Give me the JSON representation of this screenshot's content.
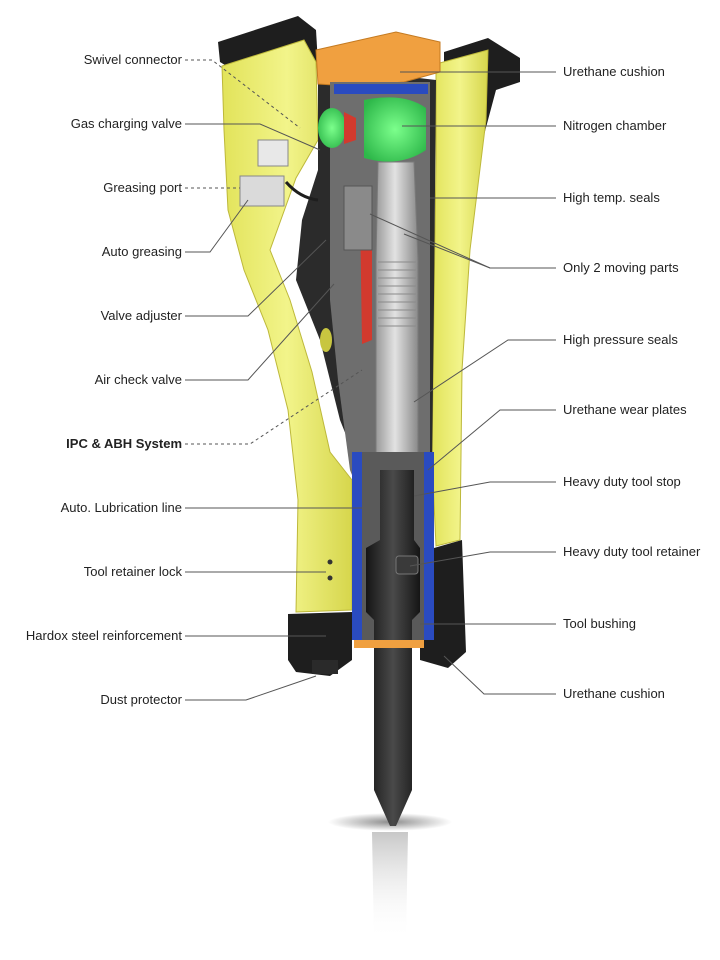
{
  "colors": {
    "housing_yellow": "#EEF07A",
    "housing_shadow": "#C8C640",
    "bracket_black": "#1E1E1E",
    "cylinder_gray": "#6E6E6E",
    "piston_silver": "#BDBDBD",
    "nitrogen_green": "#4CD964",
    "urethane_orange": "#F0A040",
    "seal_blue": "#2A4BC0",
    "seal_red": "#D23A2E",
    "leader_line": "#555555"
  },
  "labels_left": [
    {
      "key": "swivel",
      "text": "Swivel connector",
      "style": "dashed"
    },
    {
      "key": "gas",
      "text": "Gas charging valve",
      "style": "solid"
    },
    {
      "key": "greasing",
      "text": "Greasing port",
      "style": "dashed"
    },
    {
      "key": "autogrease",
      "text": "Auto greasing",
      "style": "solid"
    },
    {
      "key": "valveadj",
      "text": "Valve adjuster",
      "style": "solid"
    },
    {
      "key": "aircheck",
      "text": "Air check valve",
      "style": "solid"
    },
    {
      "key": "ipc",
      "text": "IPC & ABH System",
      "style": "dashed",
      "bold": true
    },
    {
      "key": "autolube",
      "text": "Auto. Lubrication line",
      "style": "solid"
    },
    {
      "key": "retainerlock",
      "text": "Tool retainer lock",
      "style": "solid"
    },
    {
      "key": "hardox",
      "text": "Hardox steel reinforcement",
      "style": "solid"
    },
    {
      "key": "dust",
      "text": "Dust protector",
      "style": "solid"
    }
  ],
  "labels_right": [
    {
      "key": "urethane_top",
      "text": "Urethane cushion"
    },
    {
      "key": "nitrogen",
      "text": "Nitrogen chamber"
    },
    {
      "key": "hightemp",
      "text": "High temp. seals"
    },
    {
      "key": "moving",
      "text": "Only 2 moving parts"
    },
    {
      "key": "highpress",
      "text": "High pressure seals"
    },
    {
      "key": "wearplates",
      "text": "Urethane wear plates"
    },
    {
      "key": "toolstop",
      "text": "Heavy duty tool stop"
    },
    {
      "key": "toolretainer",
      "text": "Heavy duty tool retainer"
    },
    {
      "key": "bushing",
      "text": "Tool bushing"
    },
    {
      "key": "urethane_bottom",
      "text": "Urethane cushion"
    }
  ]
}
